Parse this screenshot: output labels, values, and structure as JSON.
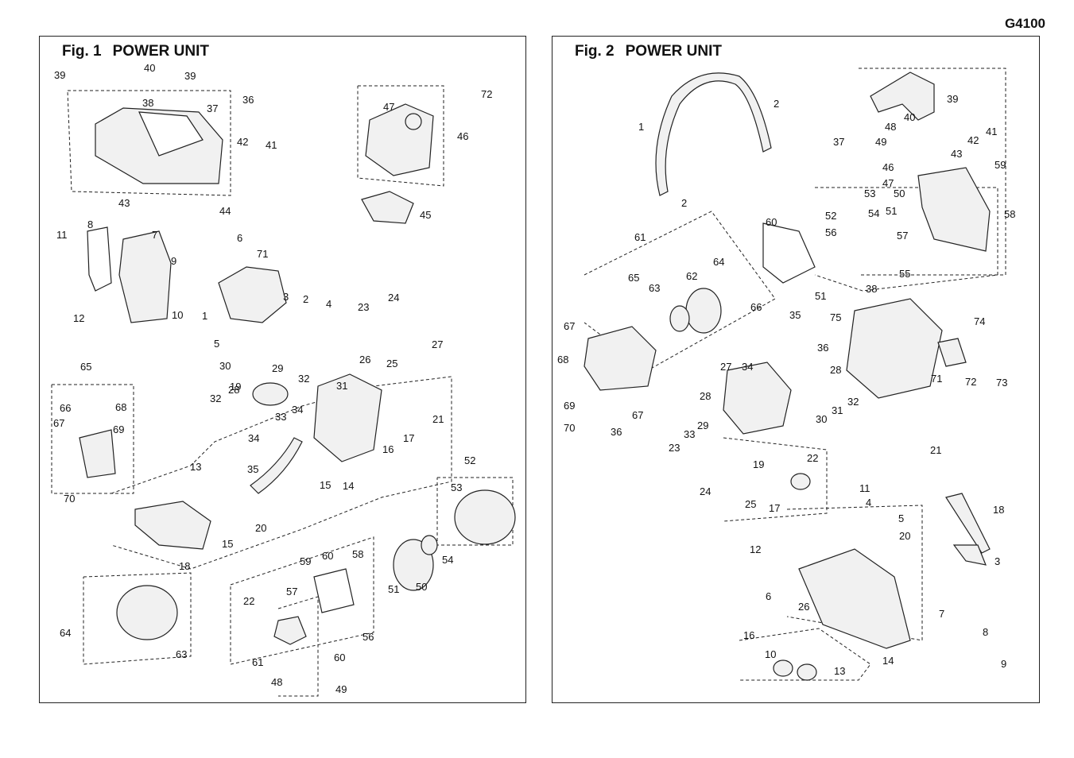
{
  "document_code": "G4100",
  "figures": [
    {
      "fig_label": "Fig. 1",
      "title": "POWER UNIT",
      "callouts": [
        "39",
        "40",
        "39",
        "38",
        "37",
        "36",
        "42",
        "41",
        "43",
        "44",
        "47",
        "72",
        "46",
        "45",
        "8",
        "7",
        "11",
        "6",
        "71",
        "9",
        "10",
        "12",
        "3",
        "2",
        "4",
        "1",
        "23",
        "24",
        "5",
        "30",
        "29",
        "32",
        "26",
        "25",
        "27",
        "28",
        "31",
        "32",
        "19",
        "33",
        "34",
        "21",
        "17",
        "34",
        "16",
        "65",
        "66",
        "68",
        "67",
        "69",
        "13",
        "35",
        "15",
        "14",
        "52",
        "53",
        "70",
        "20",
        "15",
        "18",
        "58",
        "60",
        "59",
        "51",
        "50",
        "54",
        "57",
        "22",
        "64",
        "63",
        "56",
        "61",
        "60",
        "48",
        "49"
      ]
    },
    {
      "fig_label": "Fig. 2",
      "title": "POWER UNIT",
      "callouts": [
        "2",
        "39",
        "1",
        "48",
        "40",
        "42",
        "41",
        "37",
        "49",
        "43",
        "46",
        "59",
        "47",
        "53",
        "50",
        "2",
        "52",
        "54",
        "51",
        "58",
        "60",
        "56",
        "57",
        "61",
        "64",
        "65",
        "62",
        "55",
        "63",
        "51",
        "38",
        "66",
        "67",
        "35",
        "75",
        "74",
        "68",
        "36",
        "27",
        "34",
        "28",
        "69",
        "67",
        "28",
        "32",
        "71",
        "72",
        "73",
        "70",
        "36",
        "29",
        "30",
        "31",
        "33",
        "23",
        "22",
        "19",
        "21",
        "24",
        "25",
        "17",
        "11",
        "18",
        "4",
        "5",
        "20",
        "12",
        "3",
        "6",
        "26",
        "7",
        "16",
        "8",
        "10",
        "13",
        "14",
        "9"
      ]
    }
  ]
}
